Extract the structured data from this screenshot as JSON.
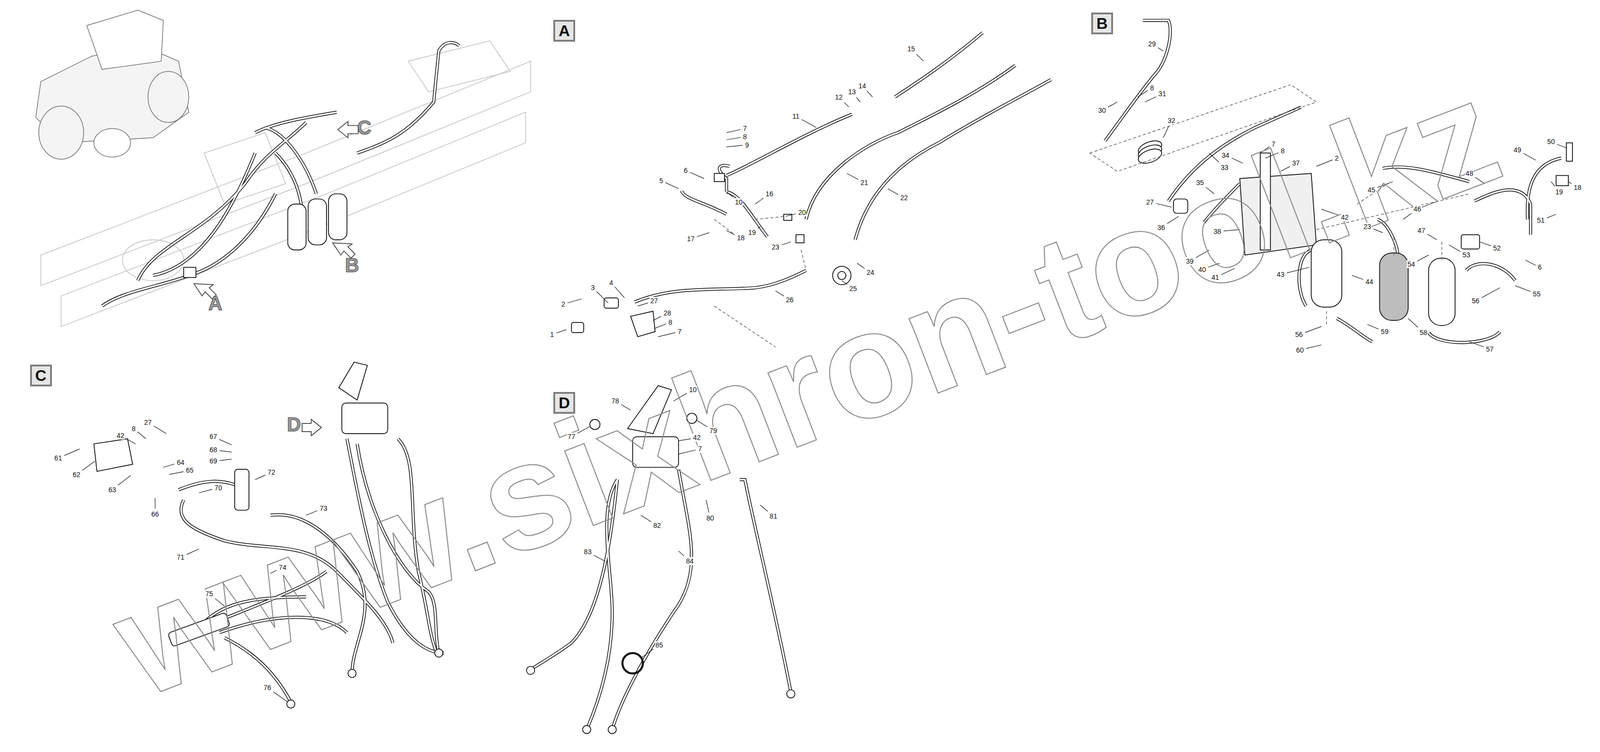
{
  "diagram": {
    "nodes": [
      {
        "text": [
          "A"
        ]
      },
      {
        "text": [
          "B"
        ]
      },
      {
        "text": [
          "C"
        ]
      },
      {
        "text": [
          "D"
        ]
      }
    ],
    "labels": [
      "A",
      "B",
      "C",
      "15",
      "14",
      "13",
      "12",
      "11",
      "7",
      "8",
      "9",
      "6",
      "5",
      "10",
      "16",
      "20",
      "21",
      "22",
      "17",
      "18",
      "19",
      "23",
      "24",
      "25",
      "26",
      "4",
      "3",
      "2",
      "1",
      "27",
      "28",
      "8",
      "7",
      "29",
      "30",
      "8",
      "31",
      "32",
      "33",
      "34",
      "7",
      "8",
      "37",
      "2",
      "35",
      "27",
      "36",
      "38",
      "39",
      "40",
      "41",
      "42",
      "43",
      "23",
      "44",
      "45",
      "46",
      "47",
      "48",
      "49",
      "50",
      "19",
      "18",
      "51",
      "52",
      "53",
      "54",
      "6",
      "55",
      "56",
      "57",
      "58",
      "59",
      "56",
      "60",
      "27",
      "61",
      "42",
      "8",
      "62",
      "63",
      "64",
      "65",
      "66",
      "67",
      "68",
      "69",
      "72",
      "70",
      "71",
      "73",
      "74",
      "75",
      "76",
      "D",
      "78",
      "10",
      "77",
      "79",
      "42",
      "7",
      "80",
      "81",
      "82",
      "83",
      "84",
      "85",
      "www.sixhron-tool.kz"
    ]
  }
}
